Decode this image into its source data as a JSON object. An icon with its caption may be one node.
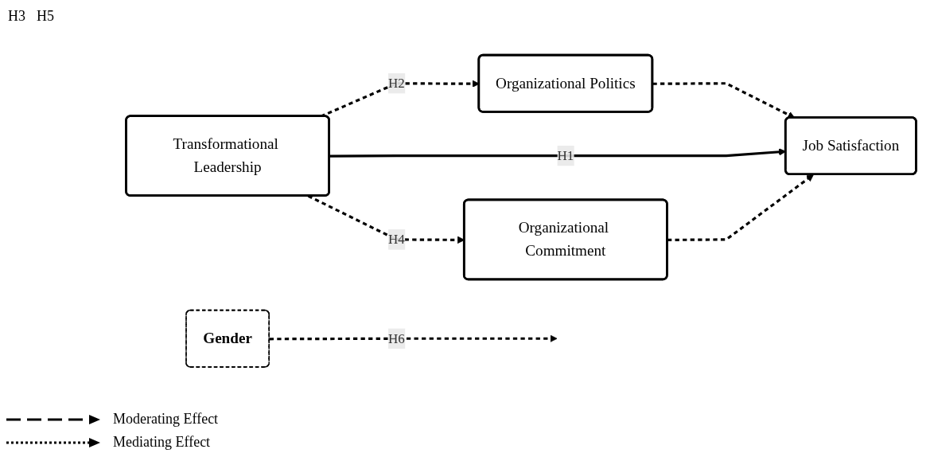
{
  "diagram": {
    "nodes": [
      {
        "text": [
          "Organizational Politics"
        ]
      },
      {
        "text": [
          "Gender"
        ]
      },
      {
        "text": [
          "Transformational Leadership"
        ]
      },
      {
        "text": [
          "Job Satisfaction"
        ]
      },
      {
        "text": [
          "Organizational Commitment"
        ]
      }
    ],
    "edges": [
      {
        "from": 2,
        "to": 0,
        "arrow": "to",
        "label": "H2",
        "style": "dashed"
      },
      {
        "from": 0,
        "to": 3,
        "arrow": "to",
        "style": "dashed"
      },
      {
        "from": 2,
        "to": 3,
        "arrow": "to",
        "label": "H1"
      },
      {
        "from": 2,
        "to": 4,
        "arrow": "to",
        "label": "H4",
        "style": "dashed"
      },
      {
        "from": 4,
        "to": 3,
        "arrow": "to",
        "style": "dashed"
      },
      {
        "from": 1,
        "to": null,
        "arrow": "to",
        "label": "H6",
        "style": "dashed"
      }
    ],
    "labels": [
      "H3",
      "H5"
    ],
    "legend": [
      {
        "text": "Moderating Effect"
      },
      {
        "text": "Mediating Effect"
      }
    ]
  }
}
